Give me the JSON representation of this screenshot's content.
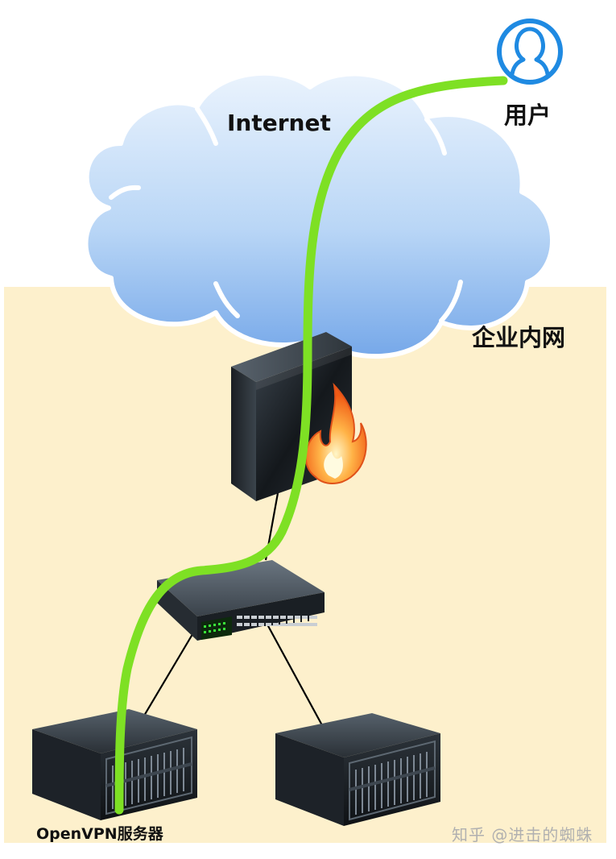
{
  "labels": {
    "internet": "Internet",
    "user": "用户",
    "intranet": "企业内网",
    "openvpn_server": "OpenVPN服务器",
    "watermark": "知乎 @进击的蜘蛛"
  },
  "colors": {
    "background": "#ffffff",
    "intranet_area": "#fdf0cc",
    "cloud_top": "#e6f1fd",
    "cloud_bottom": "#78aaea",
    "vpn_path": "#7ee024",
    "user_icon": "#1f8ae2",
    "device_dark": "#1d2228",
    "link_line": "#000000"
  },
  "icons": {
    "user": "user-circle-icon",
    "firewall": "firewall-icon",
    "switch": "network-switch-icon",
    "server": "rack-server-icon"
  }
}
